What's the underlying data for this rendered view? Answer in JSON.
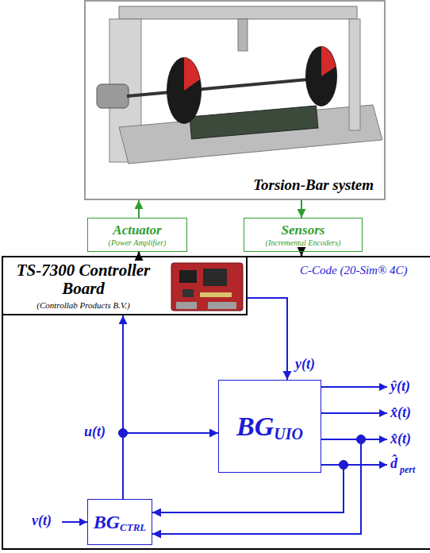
{
  "diagram": {
    "nodes": [
      {
        "text": [
          "Torsion-Bar system"
        ]
      },
      {
        "text": [
          "Actuator",
          "(Power Amplifier)"
        ]
      },
      {
        "text": [
          "Sensors",
          "(Incremental Encoders)"
        ]
      },
      {
        "text": [
          "C-Code (20-Sim® 4C)"
        ]
      },
      {
        "text": [
          "TS-7300 Controller Board",
          "(Controllab Products B.V.)"
        ],
        "in": 3
      },
      {
        "text": [
          "BG",
          "UIO"
        ],
        "in": 3
      },
      {
        "text": [
          "BG",
          "CTRL"
        ],
        "in": 3
      }
    ],
    "edges": [
      {
        "from": 1,
        "to": 0,
        "arrow": "to"
      },
      {
        "from": 0,
        "to": 2,
        "arrow": "to"
      },
      {
        "from": 4,
        "to": 1,
        "arrow": "to"
      },
      {
        "from": 2,
        "to": 3,
        "arrow": "to"
      },
      {
        "from": 4,
        "to": 5,
        "label": "y(t)",
        "arrow": "to"
      },
      {
        "from": 6,
        "to": 4,
        "label": "u(t)",
        "arrow": "to"
      },
      {
        "from": 6,
        "to": 5,
        "arrow": "to"
      },
      {
        "from": 5,
        "to": 6,
        "arrow": "to"
      },
      {
        "from": 5,
        "to": 6,
        "arrow": "to"
      }
    ],
    "labels": [
      "v(t)",
      "ŷ(t)",
      "x̂(t)",
      "x̂(t)",
      "d̂",
      "pert"
    ]
  }
}
